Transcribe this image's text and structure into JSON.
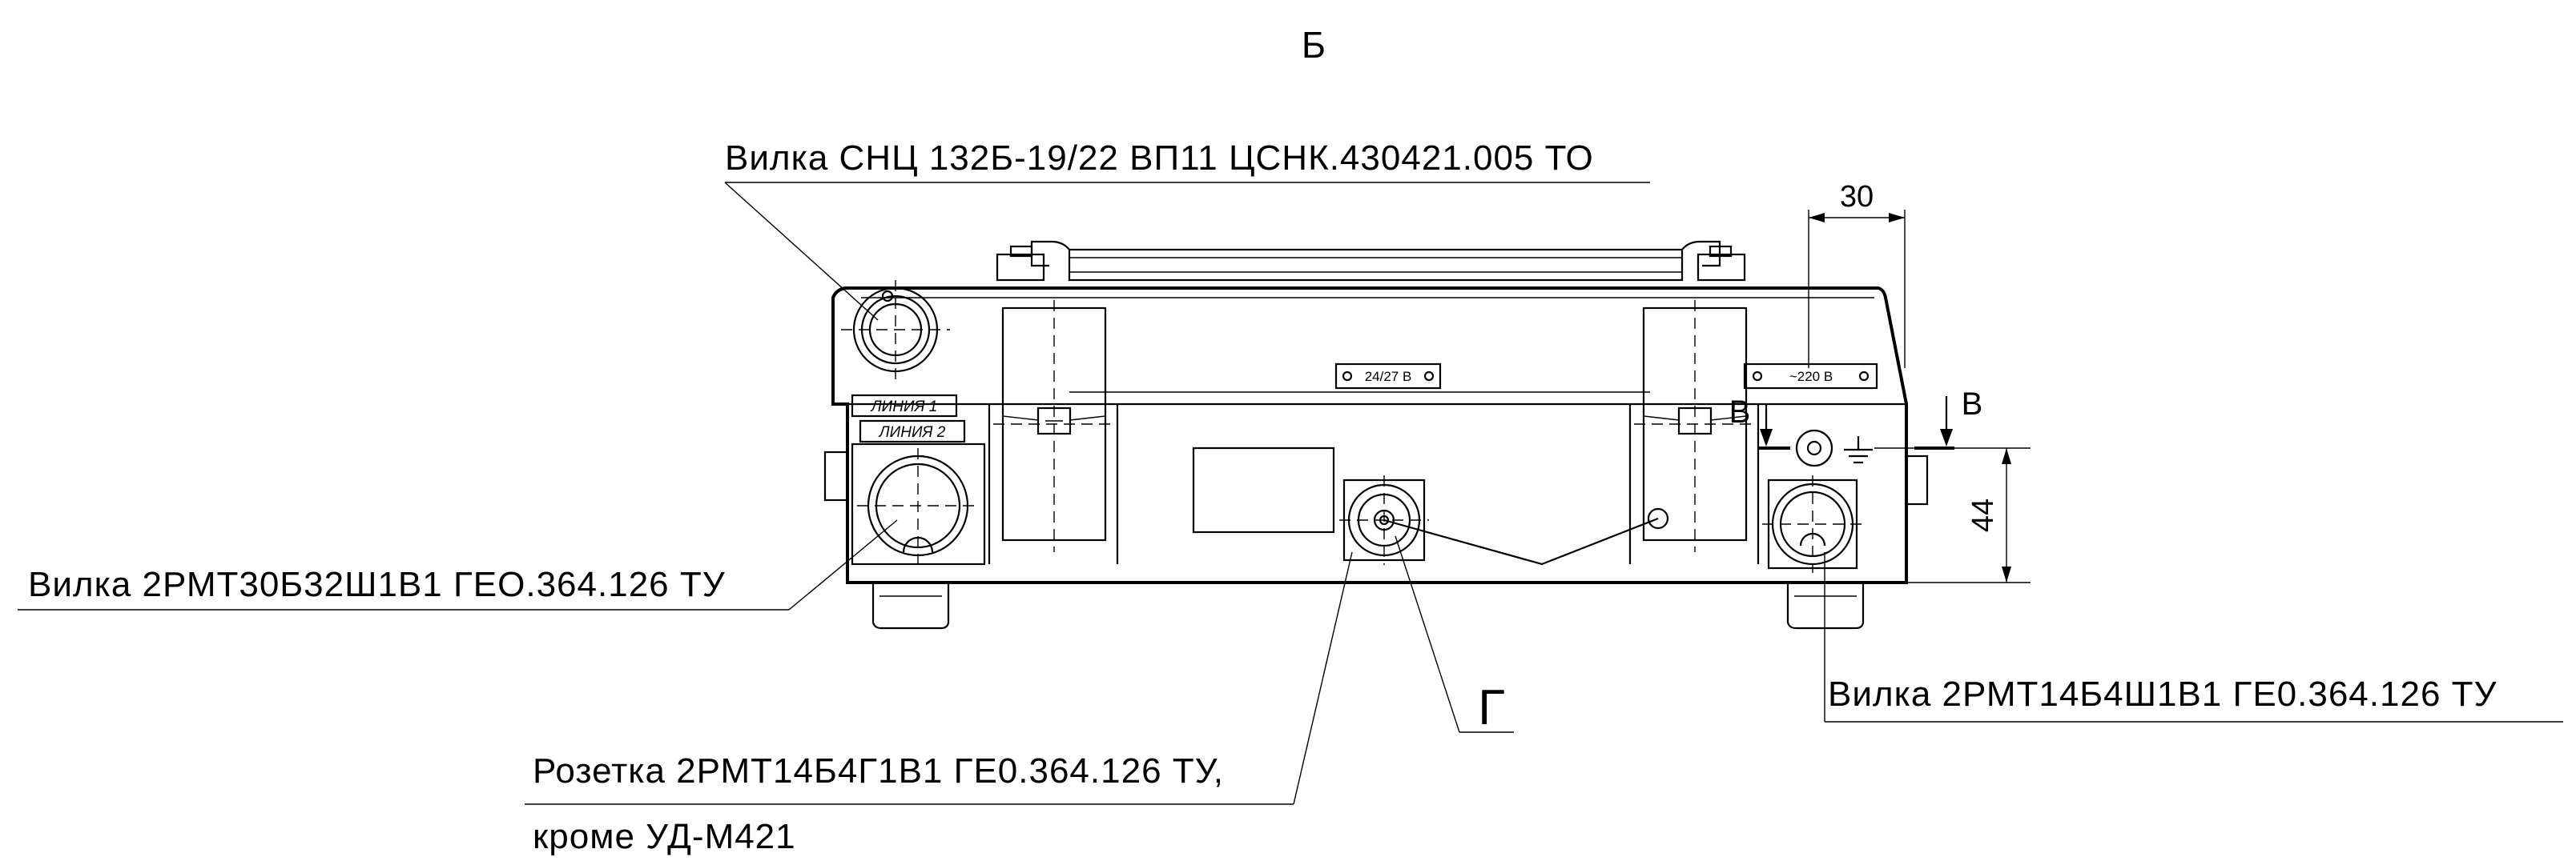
{
  "view_title": "Б",
  "callouts": {
    "connector_snc": "Вилка СНЦ 132Б-19/22 ВП11 ЦСНК.430421.005 ТО",
    "plug_2rmt30": "Вилка 2РМТ30Б32Ш1В1  ГЕО.364.126 ТУ",
    "plug_2rmt14": "Вилка 2РМТ14Б4Ш1В1  ГЕ0.364.126 ТУ",
    "socket_line1": "Розетка 2РМТ14Б4Г1В1  ГЕ0.364.126 ТУ,",
    "socket_line2": "кроме УД-М421"
  },
  "view_marks": {
    "section_g": "Г",
    "section_v_left": "В",
    "section_v_right": "В"
  },
  "dimensions": {
    "width_30": "30",
    "height_44": "44"
  },
  "plates": {
    "line1": "ЛИНИЯ  1",
    "line2": "ЛИНИЯ  2",
    "voltage_dc": "24/27 В",
    "voltage_ac": "~220 В"
  }
}
